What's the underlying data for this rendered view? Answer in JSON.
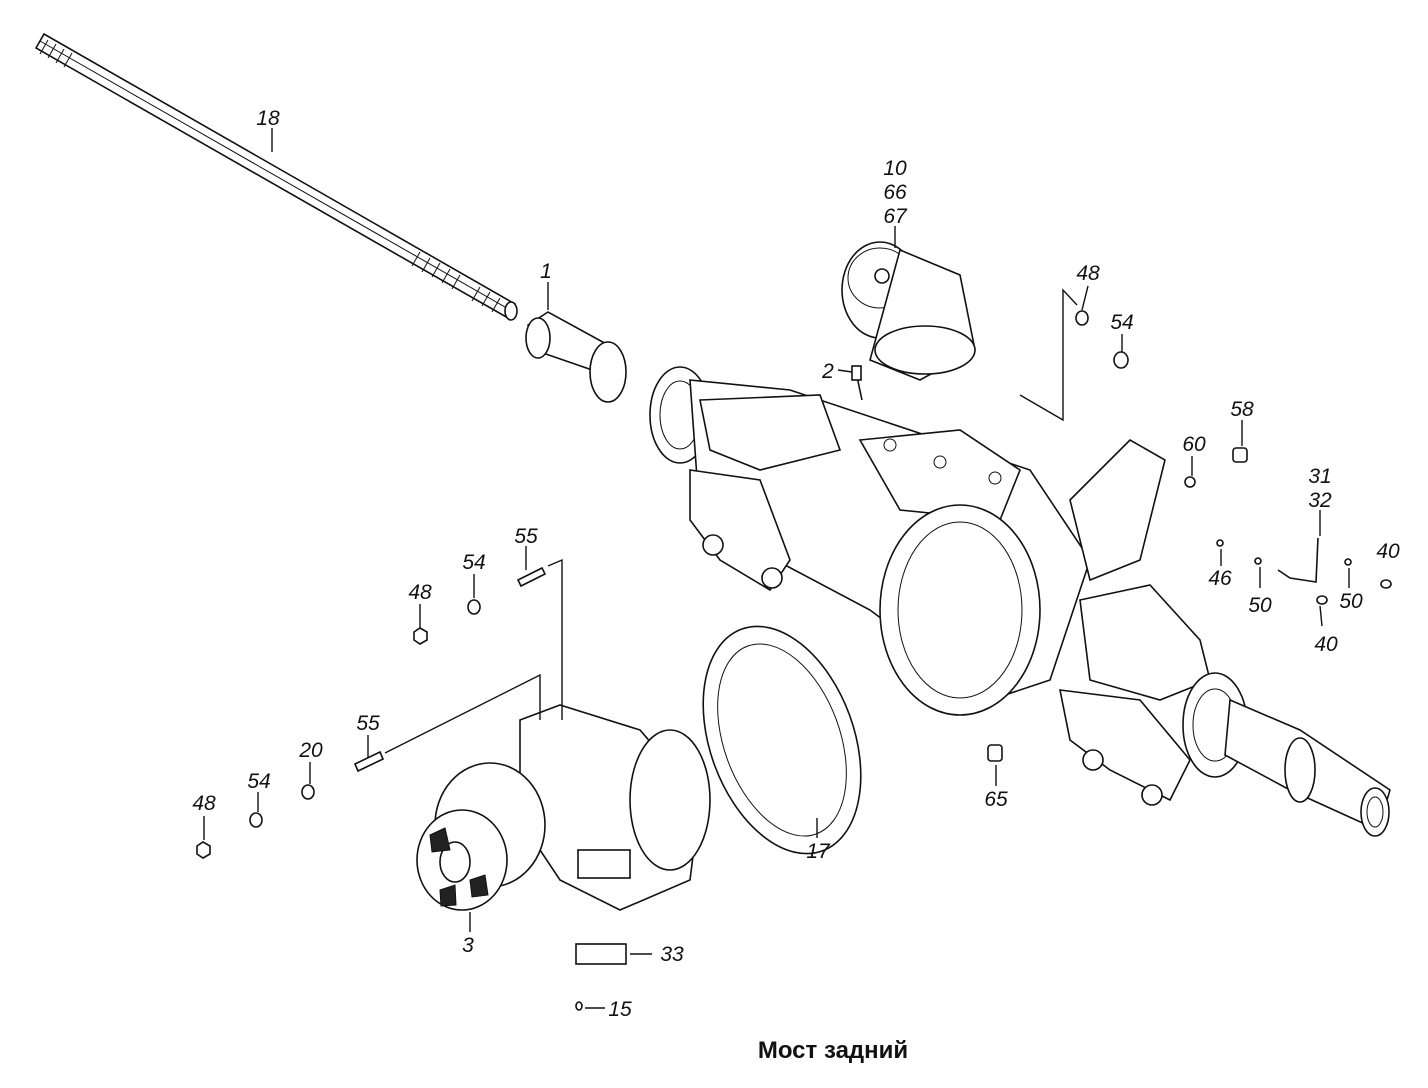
{
  "caption": "Мост задний",
  "labels": {
    "p18": "18",
    "p1": "1",
    "p2": "2",
    "p10": "10",
    "p66": "66",
    "p67": "67",
    "p48a": "48",
    "p54a": "54",
    "p58": "58",
    "p60": "60",
    "p31": "31",
    "p32": "32",
    "p46": "46",
    "p50a": "50",
    "p50b": "50",
    "p40a": "40",
    "p40b": "40",
    "p55a": "55",
    "p54b": "54",
    "p48b": "48",
    "p55b": "55",
    "p20": "20",
    "p54c": "54",
    "p48c": "48",
    "p3": "3",
    "p33": "33",
    "p15": "15",
    "p17": "17",
    "p65": "65"
  }
}
